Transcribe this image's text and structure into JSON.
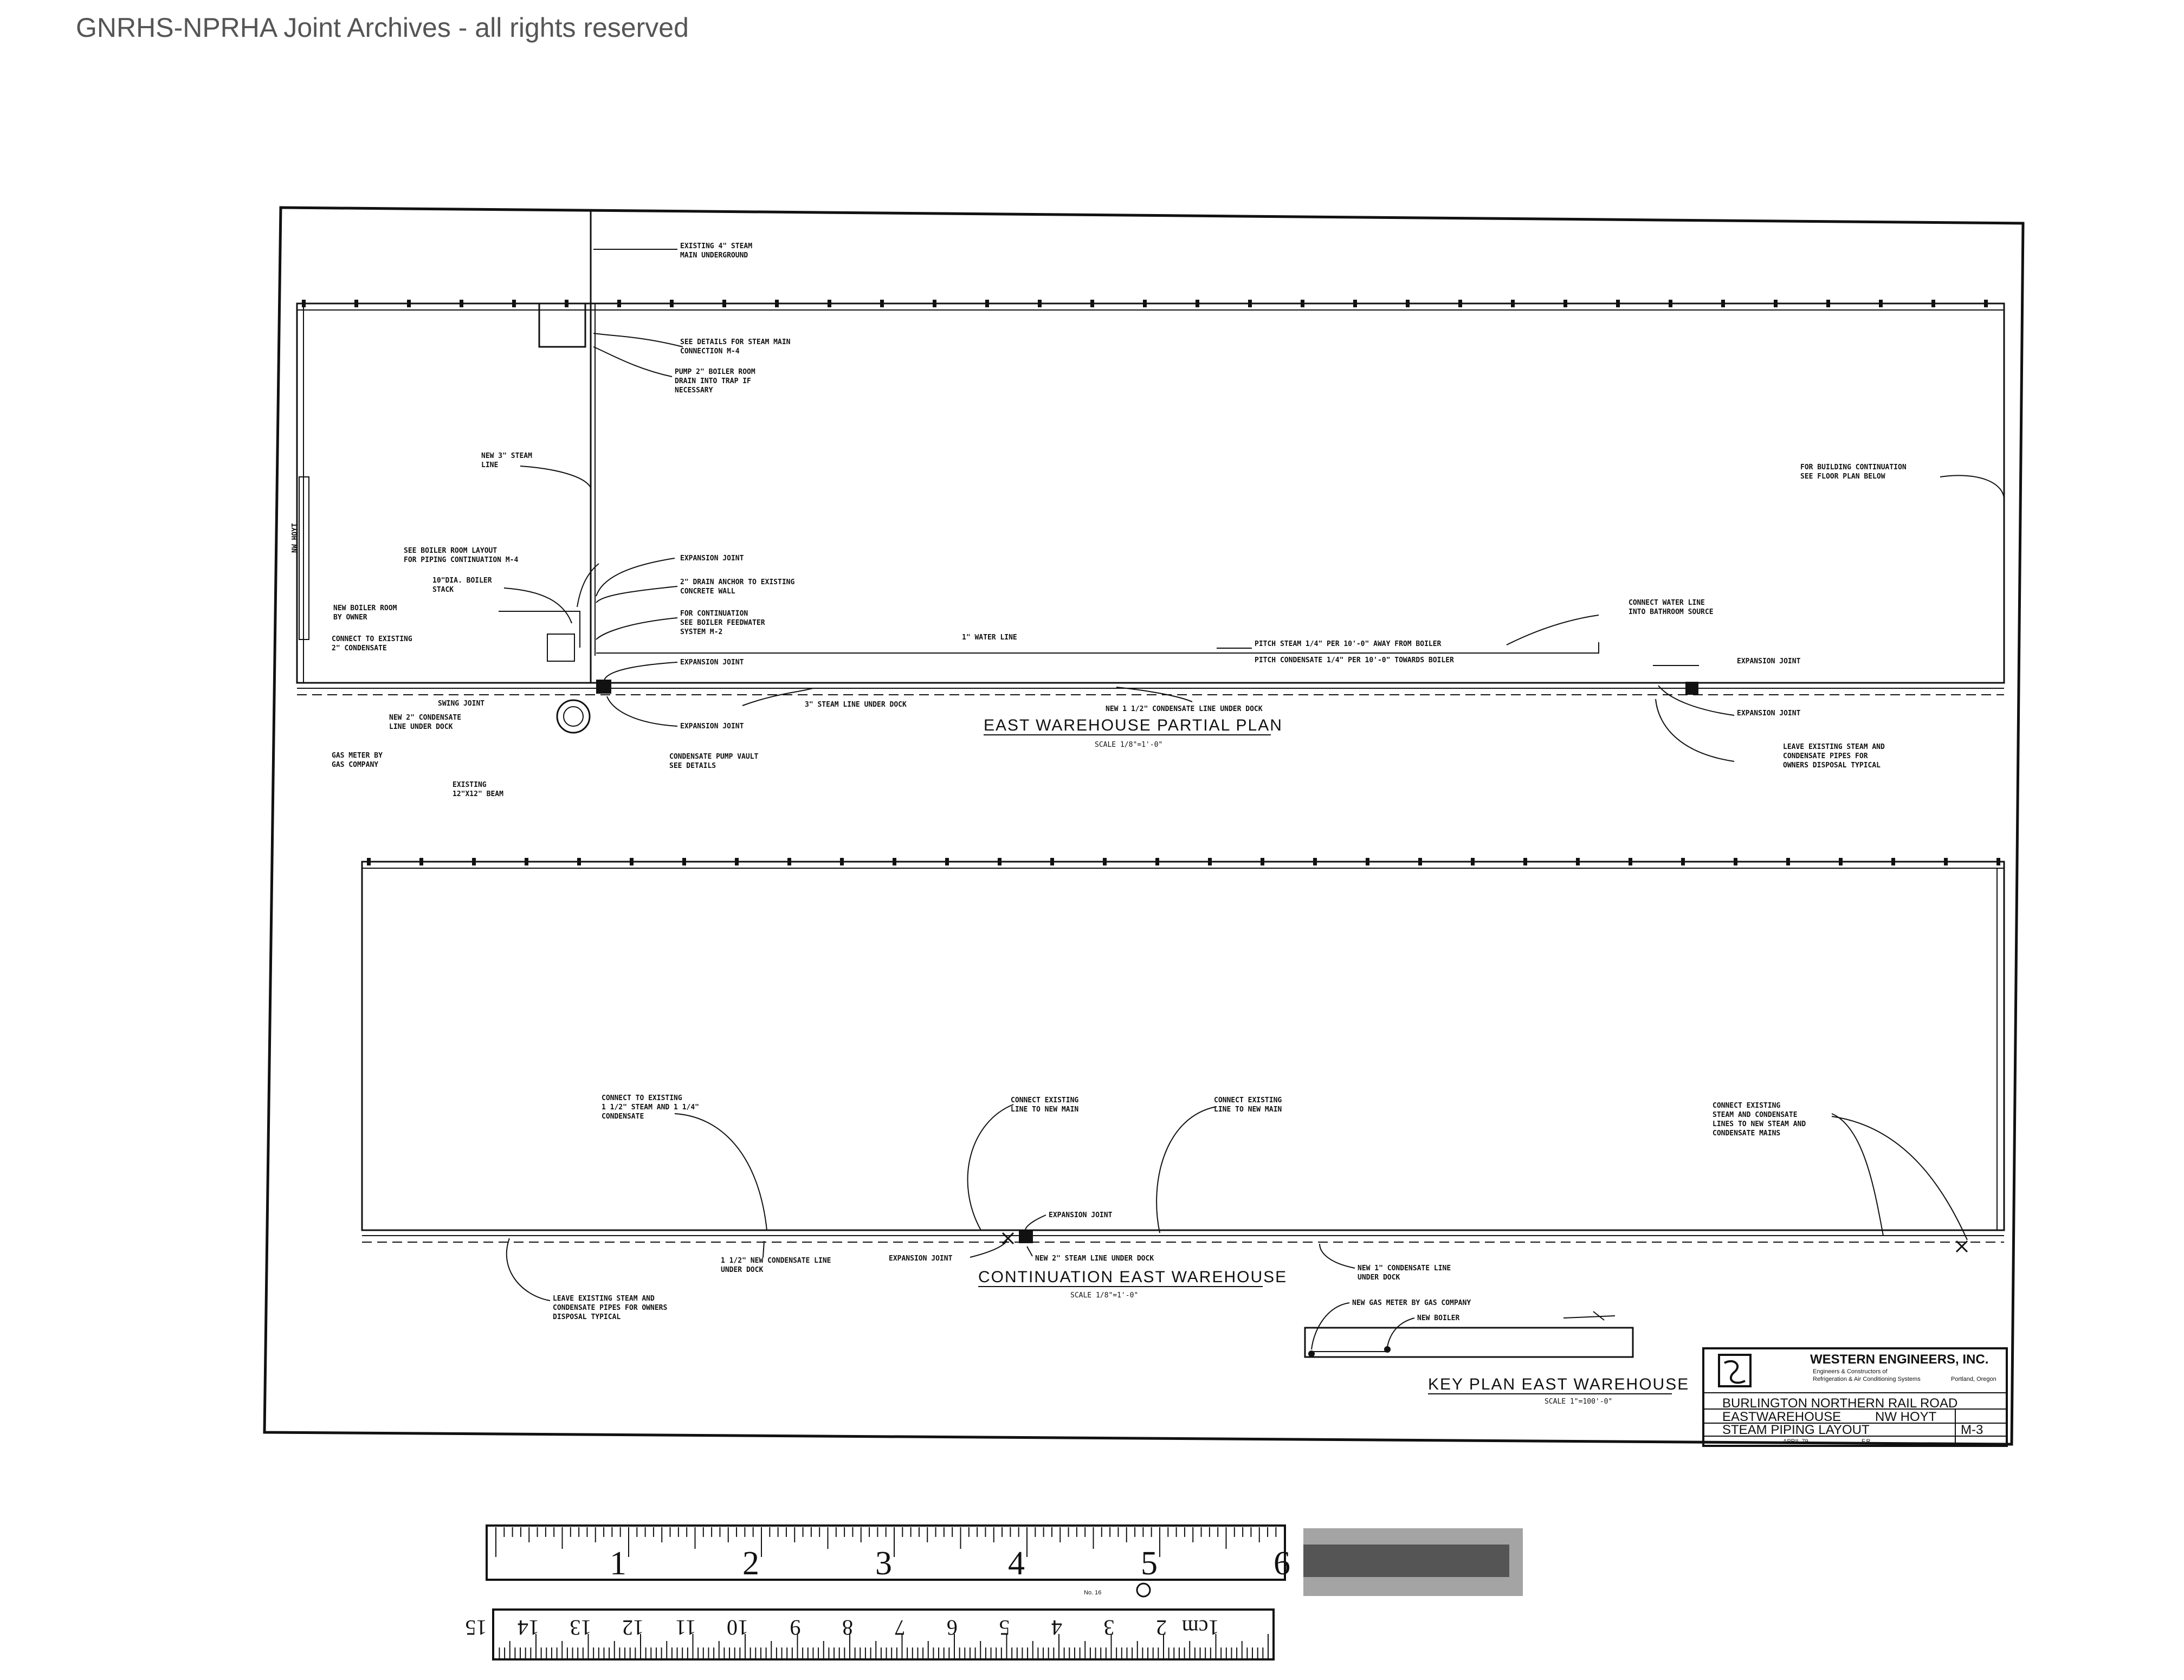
{
  "archive_note": "GNRHS-NPRHA Joint Archives - all rights reserved",
  "street_label": "NW HOYT",
  "plans": {
    "partial": {
      "title": "EAST WAREHOUSE PARTIAL PLAN",
      "scale": "SCALE 1/8\"=1'-0\""
    },
    "continuation": {
      "title": "CONTINUATION EAST WAREHOUSE",
      "scale": "SCALE 1/8\"=1'-0\""
    },
    "key": {
      "title": "KEY PLAN EAST WAREHOUSE",
      "scale": "SCALE 1\"=100'-0\""
    }
  },
  "notes": {
    "existing_steam_main": [
      "EXISTING 4\" STEAM",
      "MAIN UNDERGROUND"
    ],
    "see_details": [
      "SEE DETAILS FOR STEAM MAIN",
      "CONNECTION M-4"
    ],
    "pump_drain": [
      "PUMP 2\" BOILER ROOM",
      "DRAIN INTO TRAP IF",
      "NECESSARY"
    ],
    "new_steam_line": [
      "NEW 3\" STEAM",
      "LINE"
    ],
    "boiler_room_layout": [
      "SEE BOILER ROOM LAYOUT",
      "FOR PIPING CONTINUATION M-4"
    ],
    "boiler_stack": [
      "10\"DIA. BOILER",
      "STACK"
    ],
    "new_boiler_room": [
      "NEW BOILER ROOM",
      "BY OWNER"
    ],
    "connect_condensate": [
      "CONNECT TO EXISTING",
      "2\" CONDENSATE"
    ],
    "expansion_joint": "EXPANSION JOINT",
    "drain_anchor": [
      "2\" DRAIN ANCHOR TO EXISTING",
      "CONCRETE WALL"
    ],
    "for_continuation": [
      "FOR CONTINUATION",
      "SEE BOILER FEEDWATER",
      "SYSTEM M-2"
    ],
    "water_line": "1\" WATER LINE",
    "pitch_steam": "PITCH STEAM 1/4\" PER 10'-0\" AWAY FROM BOILER",
    "pitch_condensate": "PITCH CONDENSATE 1/4\" PER 10'-0\" TOWARDS BOILER",
    "connect_water": [
      "CONNECT WATER LINE",
      "INTO BATHROOM SOURCE"
    ],
    "building_continuation": [
      "FOR BUILDING CONTINUATION",
      "SEE FLOOR PLAN BELOW"
    ],
    "swing_joint": "SWING JOINT",
    "new_condensate_dock": [
      "NEW 2\" CONDENSATE",
      "LINE UNDER DOCK"
    ],
    "steam_line_dock": "3\" STEAM LINE UNDER DOCK",
    "new_condensate_1": "NEW 1 1/2\" CONDENSATE LINE UNDER DOCK",
    "gas_meter": [
      "GAS METER BY",
      "GAS COMPANY"
    ],
    "condensate_pump_vault": [
      "CONDENSATE PUMP VAULT",
      "SEE DETAILS"
    ],
    "existing_beam": [
      "EXISTING",
      "12\"X12\" BEAM"
    ],
    "leave_existing": [
      "LEAVE EXISTING STEAM AND",
      "CONDENSATE PIPES FOR",
      "OWNERS DISPOSAL TYPICAL"
    ],
    "connect_existing_cond": [
      "CONNECT TO EXISTING",
      "1 1/2\" STEAM AND 1 1/4\"",
      "CONDENSATE"
    ],
    "connect_existing_line": [
      "CONNECT EXISTING",
      "LINE TO NEW MAIN"
    ],
    "connect_existing_line2": [
      "CONNECT EXISTING",
      "LINE TO NEW MAIN"
    ],
    "connect_existing_mains": [
      "CONNECT EXISTING",
      "STEAM AND CONDENSATE",
      "LINES TO NEW STEAM AND",
      "CONDENSATE MAINS"
    ],
    "new_cond_dock2": [
      "1 1/2\" NEW CONDENSATE LINE",
      "UNDER DOCK"
    ],
    "new_steam_dock2": "NEW 2\" STEAM LINE UNDER DOCK",
    "new_cond_dock3": [
      "NEW 1\" CONDENSATE LINE",
      "UNDER DOCK"
    ],
    "leave_existing2": [
      "LEAVE EXISTING STEAM AND",
      "CONDENSATE PIPES FOR OWNERS",
      "DISPOSAL TYPICAL"
    ],
    "new_gas_meter": "NEW GAS METER BY GAS COMPANY",
    "new_boiler": "NEW BOILER"
  },
  "title_block": {
    "firm": "WESTERN ENGINEERS, INC.",
    "firm_sub1": "Engineers & Constructors of",
    "firm_sub2": "Refrigeration & Air Conditioning Systems",
    "city": "Portland, Oregon",
    "line1": "BURLINGTON NORTHERN RAIL ROAD",
    "line2a": "EASTWAREHOUSE",
    "line2b": "NW HOYT",
    "line3": "STEAM PIPING LAYOUT",
    "sheet": "M-3",
    "date": "APRIL 79",
    "drawn": "F.R."
  },
  "ruler": {
    "inches": [
      "1",
      "2",
      "3",
      "4",
      "5",
      "6"
    ],
    "cm": [
      "1cm",
      "2",
      "3",
      "4",
      "5",
      "6",
      "7",
      "8",
      "9",
      "10",
      "11",
      "12",
      "13",
      "14",
      "15"
    ],
    "model": "No. 16"
  }
}
